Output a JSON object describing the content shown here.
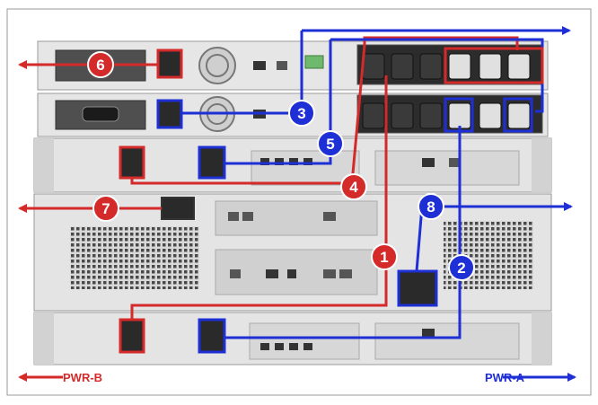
{
  "edge_labels": {
    "pwr_b": "PWR-B",
    "pwr_a": "PWR-A"
  },
  "callouts": [
    {
      "id": "1",
      "feed": "red"
    },
    {
      "id": "2",
      "feed": "blue"
    },
    {
      "id": "3",
      "feed": "blue"
    },
    {
      "id": "4",
      "feed": "red"
    },
    {
      "id": "5",
      "feed": "blue"
    },
    {
      "id": "6",
      "feed": "red"
    },
    {
      "id": "7",
      "feed": "red"
    },
    {
      "id": "8",
      "feed": "blue"
    }
  ],
  "colors": {
    "feed_red": "#d42a2a",
    "feed_blue": "#1f2fd6",
    "chassis": "#e4e4e4",
    "chassis_dark": "#c8c8c8",
    "outlet": "#2a2a2a",
    "frame": "#9a9a9a"
  },
  "icons": [
    "power-inlet-icon",
    "fan-icon",
    "pdu-outlet-icon",
    "network-port-icon",
    "serial-port-icon"
  ]
}
